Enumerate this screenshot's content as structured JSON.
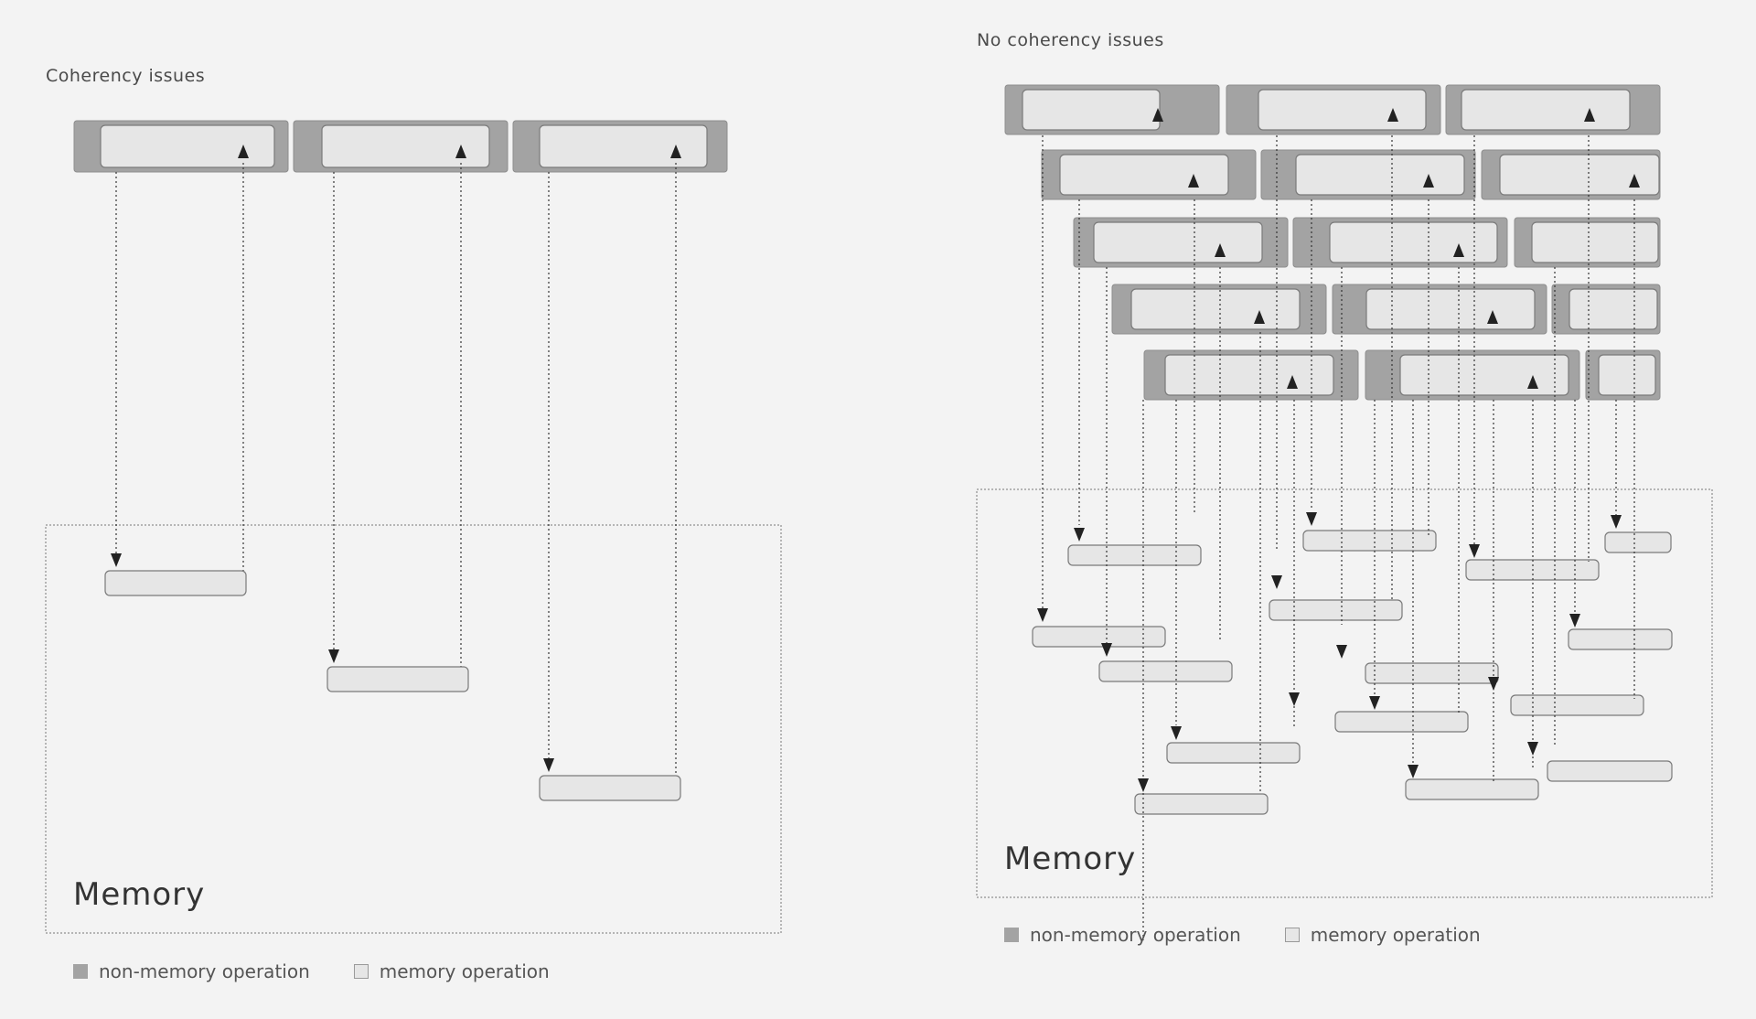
{
  "colors": {
    "background": "#f3f3f3",
    "non_memory": "#a3a3a3",
    "non_memory_border": "#8c8c8c",
    "memory_op": "#e6e6e6",
    "memory_op_border": "#7a7a7a",
    "arrow": "#222222"
  },
  "left_panel": {
    "title": "Coherency issues",
    "memory_label": "Memory",
    "legend": {
      "non_memory": "non-memory operation",
      "memory": "memory operation"
    }
  },
  "right_panel": {
    "title": "No coherency issues",
    "memory_label": "Memory",
    "legend": {
      "non_memory": "non-memory operation",
      "memory": "memory operation"
    }
  }
}
